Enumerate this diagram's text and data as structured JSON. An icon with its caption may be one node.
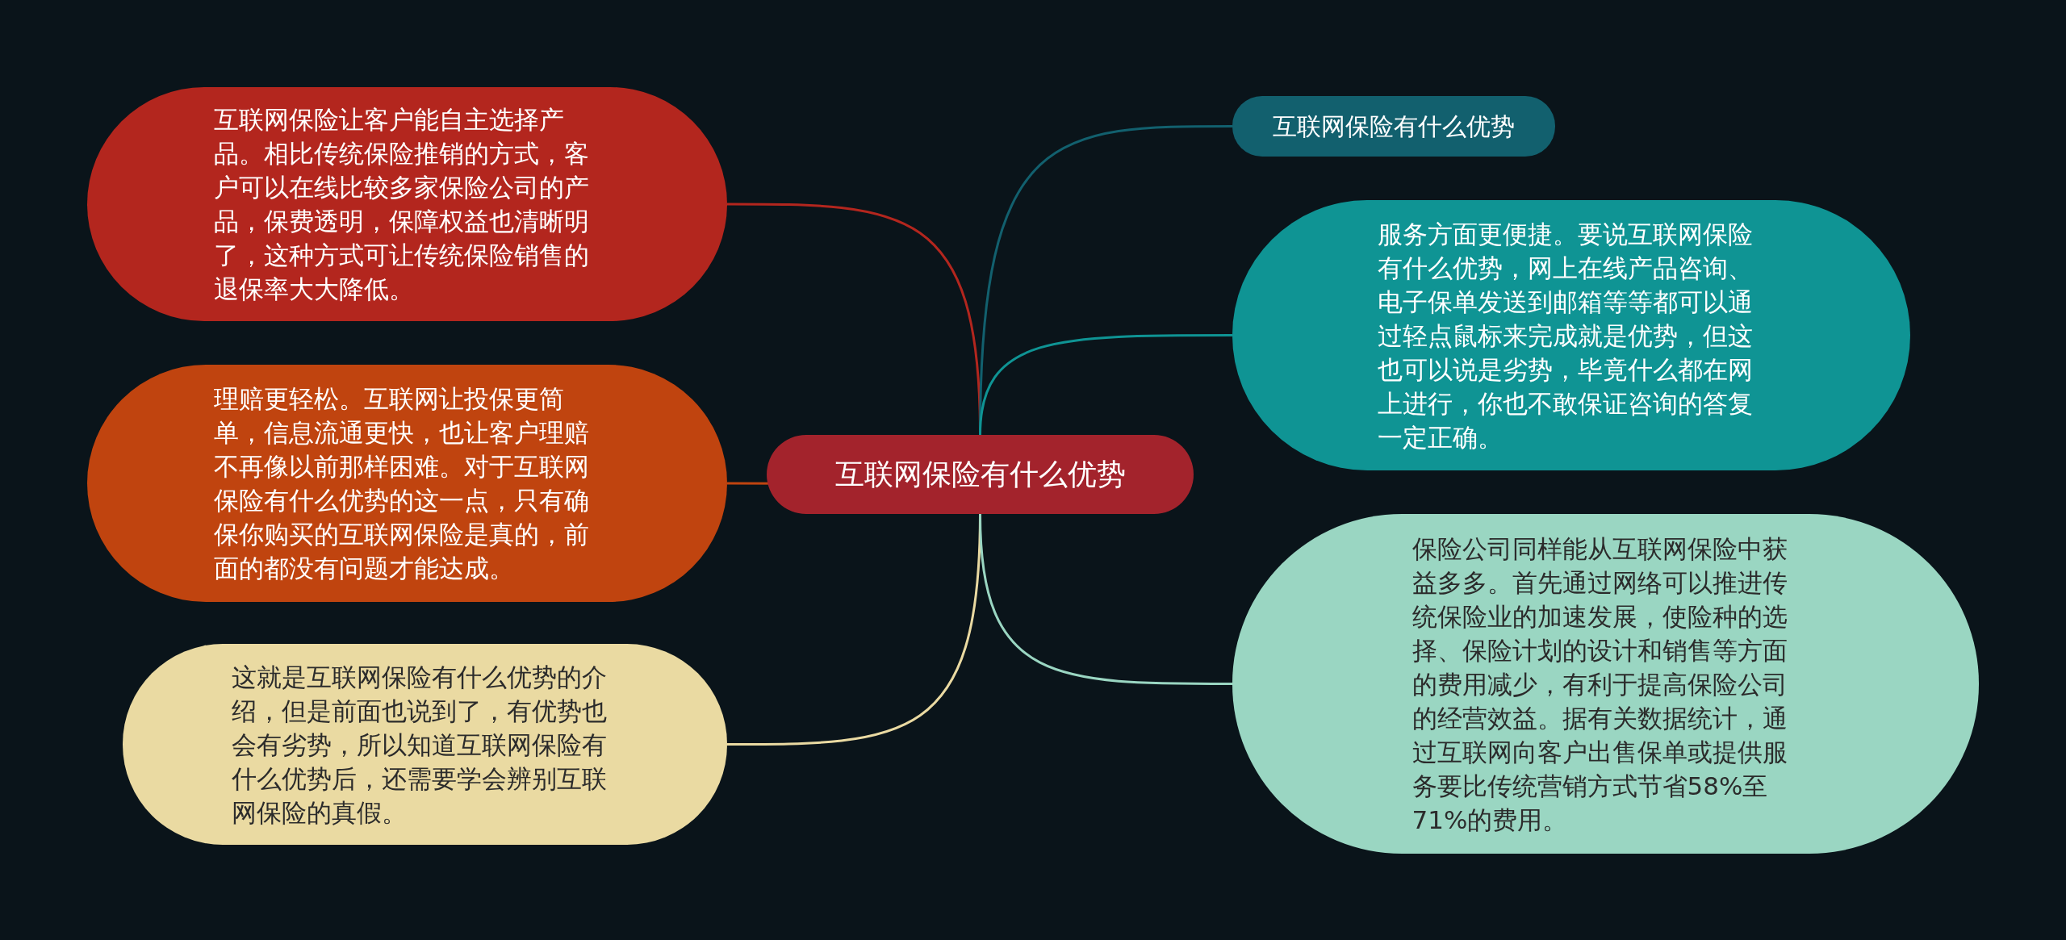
{
  "diagram": {
    "nodes": [
      {
        "text": [
          "互联网保险有什么优势"
        ]
      },
      {
        "text": [
          "互联网保险让客户能自主选择产品。相比传统保险推销的方式，客户可以在线比较多家保险公司的产品，保费透明，保障权益也清晰明了，这种方式可让传统保险销售的退保率大大降低。"
        ]
      },
      {
        "text": [
          "理赔更轻松。互联网让投保更简单，信息流通更快，也让客户理赔不再像以前那样困难。对于互联网保险有什么优势的这一点，只有确保你购买的互联网保险是真的，前面的都没有问题才能达成。"
        ]
      },
      {
        "text": [
          "这就是互联网保险有什么优势的介绍，但是前面也说到了，有优势也会有劣势，所以知道互联网保险有什么优势后，还需要学会辨别互联网保险的真假。"
        ]
      },
      {
        "text": [
          "互联网保险有什么优势"
        ]
      },
      {
        "text": [
          "服务方面更便捷。要说互联网保险有什么优势，网上在线产品咨询、电子保单发送到邮箱等等都可以通过轻点鼠标来完成就是优势，但这也可以说是劣势，毕竟什么都在网上进行，你也不敢保证咨询的答复一定正确。"
        ]
      },
      {
        "text": [
          "保险公司同样能从互联网保险中获益多多。首先通过网络可以推进传统保险业的加速发展，使险种的选择、保险计划的设计和销售等方面的费用减少，有利于提高保险公司的经营效益。据有关数据统计，通过互联网向客户出售保单或提供服务要比传统营销方式节省58%至71%的费用。"
        ]
      }
    ],
    "edges": [
      {
        "from": 0,
        "to": 1,
        "arrow": "none",
        "color": "#b3261e"
      },
      {
        "from": 0,
        "to": 2,
        "arrow": "none",
        "color": "#c0440f"
      },
      {
        "from": 0,
        "to": 3,
        "arrow": "none",
        "color": "#eadaa2"
      },
      {
        "from": 0,
        "to": 4,
        "arrow": "none",
        "color": "#12606e"
      },
      {
        "from": 0,
        "to": 5,
        "arrow": "none",
        "color": "#0f9494"
      },
      {
        "from": 0,
        "to": 6,
        "arrow": "none",
        "color": "#9ad6c2"
      }
    ]
  }
}
